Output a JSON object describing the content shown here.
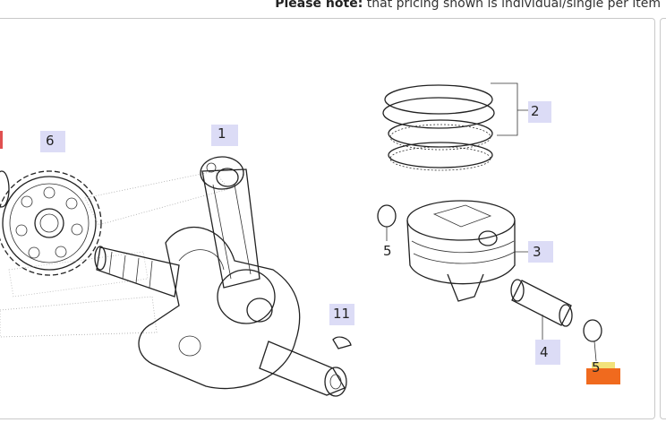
{
  "notice": {
    "label": "Please note:",
    "text": "that pricing shown is individual/single per item"
  },
  "diagram": {
    "callouts": [
      {
        "id": "c1",
        "text": "1"
      },
      {
        "id": "c2",
        "text": "2"
      },
      {
        "id": "c3",
        "text": "3"
      },
      {
        "id": "c4",
        "text": "4"
      },
      {
        "id": "c5a",
        "text": "5"
      },
      {
        "id": "c5b",
        "text": "5"
      },
      {
        "id": "c6",
        "text": "6"
      },
      {
        "id": "c11",
        "text": "11"
      }
    ],
    "colors": {
      "callout_highlight": "#dcdcf6",
      "selected_marker": "#f06a1e",
      "selected_marker_top": "#f2e27a",
      "edge_marker": "#e05050"
    }
  }
}
